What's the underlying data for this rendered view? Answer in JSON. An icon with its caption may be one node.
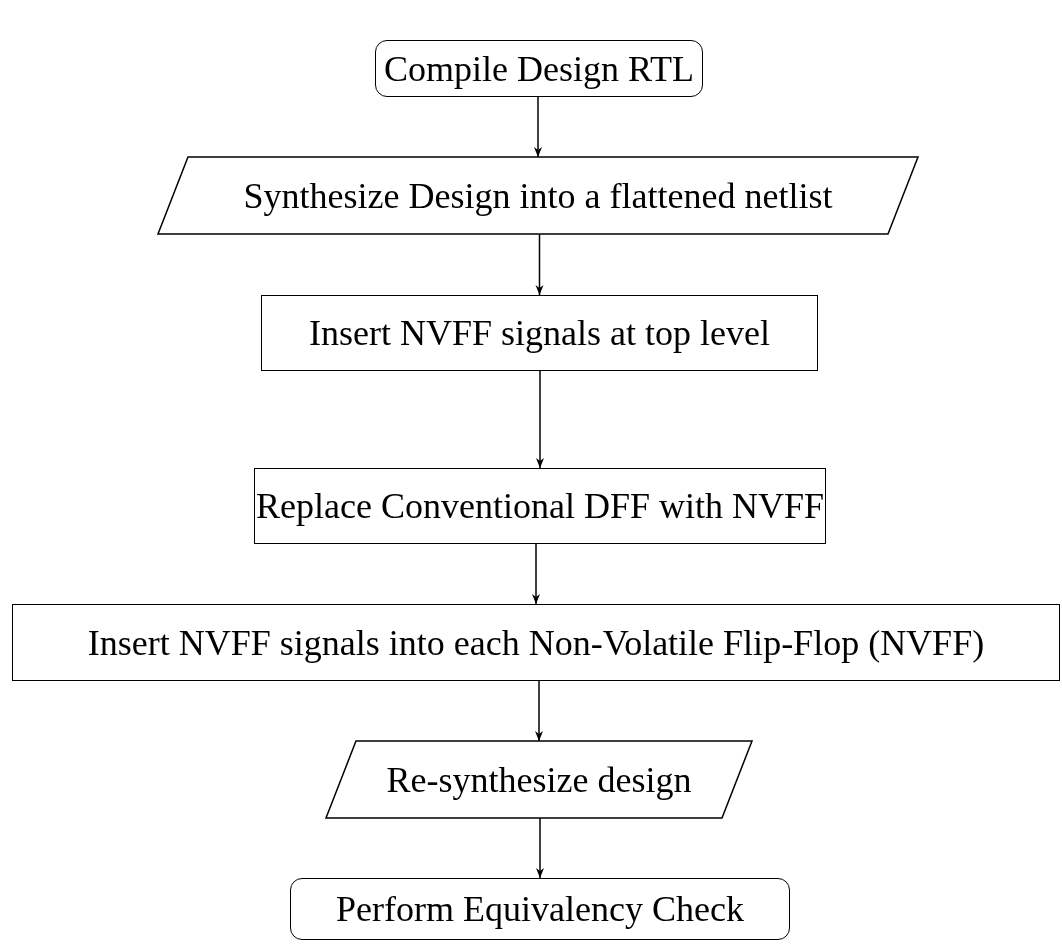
{
  "diagram": {
    "nodes": [
      {
        "text": [
          "Compile Design RTL"
        ]
      },
      {
        "text": [
          "Synthesize Design into a flattened netlist"
        ]
      },
      {
        "text": [
          "Insert NVFF signals at top level"
        ]
      },
      {
        "text": [
          "Replace Conventional DFF with NVFF"
        ]
      },
      {
        "text": [
          "Insert NVFF signals into each Non-Volatile Flip-Flop (NVFF)"
        ]
      },
      {
        "text": [
          "Re-synthesize design"
        ]
      },
      {
        "text": [
          "Perform Equivalency Check"
        ]
      }
    ],
    "edges": [
      {
        "from": 0,
        "to": 1,
        "arrow": "to"
      },
      {
        "from": 1,
        "to": 2,
        "arrow": "to"
      },
      {
        "from": 2,
        "to": 3,
        "arrow": "to"
      },
      {
        "from": 3,
        "to": 4,
        "arrow": "to"
      },
      {
        "from": 4,
        "to": 5,
        "arrow": "to"
      },
      {
        "from": 5,
        "to": 6,
        "arrow": "to"
      }
    ]
  }
}
